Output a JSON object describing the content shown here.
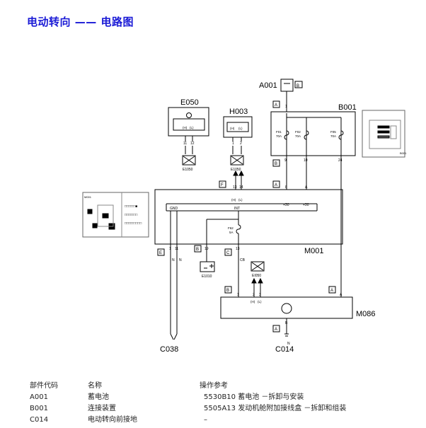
{
  "title": "电动转向 —— 电路图",
  "components": {
    "e050": "E050",
    "h003": "H003",
    "a001": "A001",
    "b001": "B001",
    "m001": "M001",
    "m086": "M086",
    "c038": "C038",
    "c014": "C014",
    "e1050_a": "E1050",
    "e1050_b": "E1050",
    "e1010": "E1010",
    "e1050_c": "EI050",
    "b001_thumb": "B001",
    "m001_thumb": "M001"
  },
  "fuses": [
    {
      "name": "F01",
      "rating": "70A"
    },
    {
      "name": "F02",
      "rating": "70A"
    },
    {
      "name": "F05",
      "rating": "70A"
    },
    {
      "name": "F62",
      "rating": "5A"
    }
  ],
  "connectors": {
    "a": "A",
    "b": "B",
    "c": "C",
    "e": "E",
    "f": "F"
  },
  "pins": {
    "e050_p1": "11",
    "e050_p2": "12",
    "h003_p1": "1",
    "h003_p2": "2",
    "a001_p": "1",
    "b001_p9": "9",
    "b001_p10": "10",
    "b001_p24": "24",
    "m001_p13": "13",
    "m001_p14": "14",
    "m001_p8": "8",
    "m001_pA": "A",
    "m001_p1": "1",
    "m001_p11": "11",
    "m001_p19": "19",
    "m001_p13b": "13",
    "m086_p1": "1",
    "m086_p2": "2",
    "m086_p3": "3",
    "m086_pA": "A",
    "m086_pB": "B"
  },
  "labels": {
    "h": "(H)",
    "l": "(L)",
    "gnd": "GND",
    "int": "INT",
    "plus30a": "+30",
    "plus30b": "+30",
    "wire_n1": "N",
    "wire_n2": "N",
    "wire_cb": "CB",
    "wire_n3": "N",
    "h_b": "(H)",
    "l_b": "(L)",
    "h_c": "(H)",
    "l_c": "(L)",
    "h_d": "(H)",
    "l_d": "(L)"
  },
  "thumb_texts": {
    "m001_lines": [
      "□□□□□■",
      "□□□□□□",
      "□□□□□□□□"
    ]
  },
  "parts_table": {
    "headers": [
      "部件代码",
      "名称",
      "操作参考"
    ],
    "rows": [
      [
        "A001",
        "蓄电池",
        "5530B10 蓄电池 －拆卸与安装"
      ],
      [
        "B001",
        "连接装置",
        "5505A13 发动机舱附加接线盒 －拆卸和组装"
      ],
      [
        "C014",
        "电动转向前接地",
        "–"
      ]
    ]
  }
}
